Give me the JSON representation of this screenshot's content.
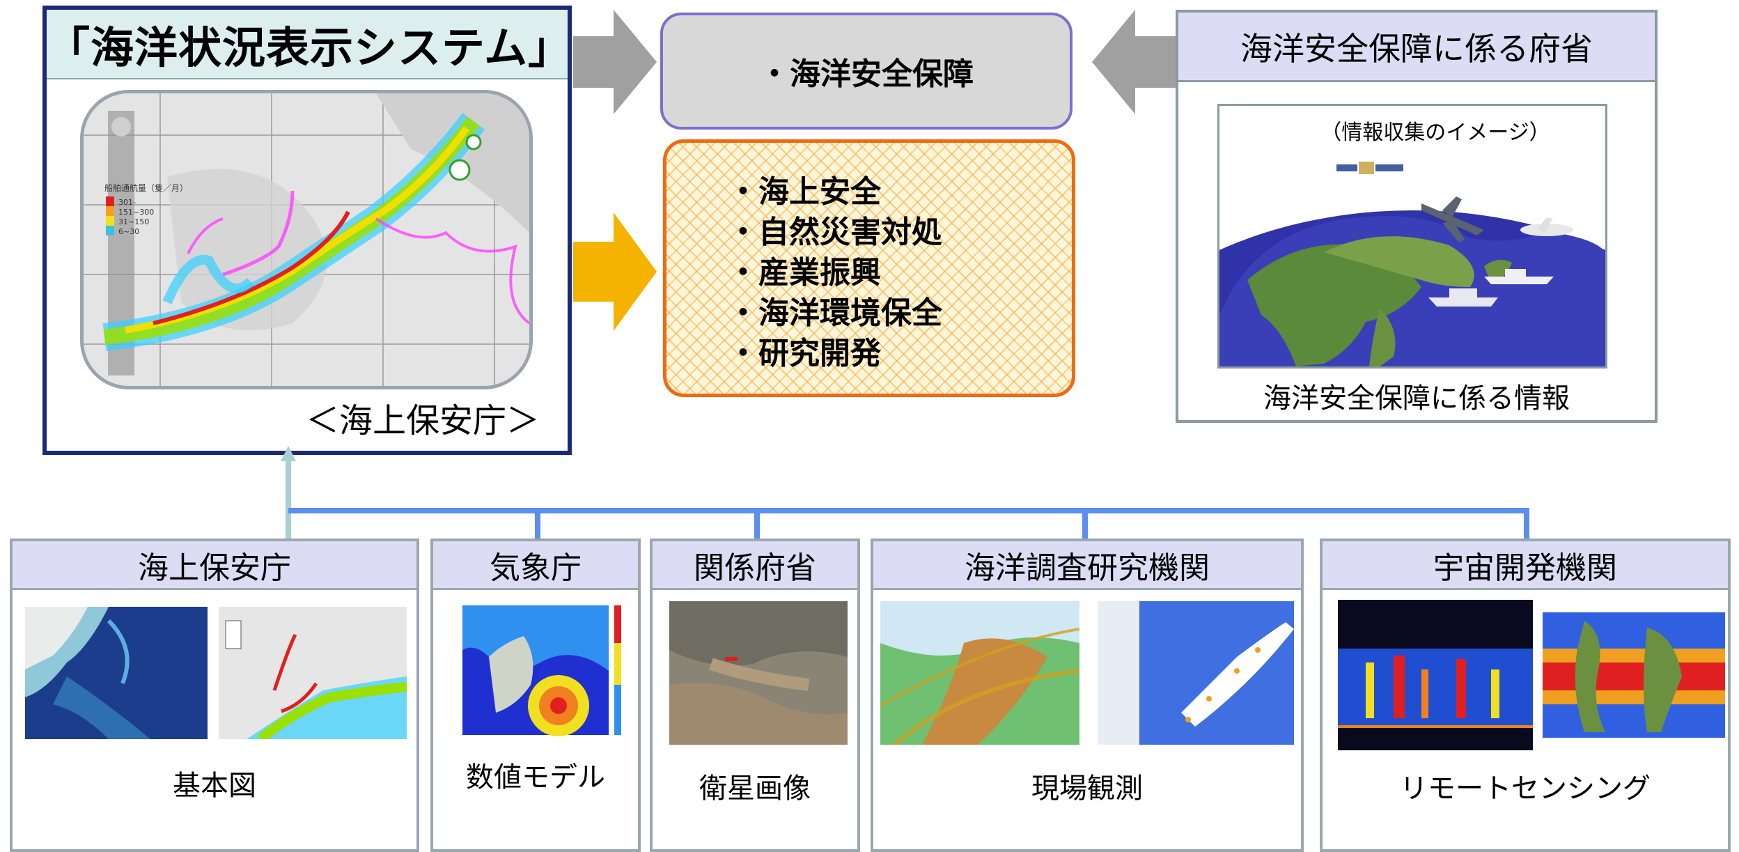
{
  "system": {
    "title": "「海洋状況表示システム」",
    "caption": "＜海上保安庁＞",
    "map_legend_title": "船舶通航量（隻／月）",
    "map_legend_items": [
      "301-",
      "151~300",
      "31~150",
      "6~30"
    ]
  },
  "center": {
    "security_label": "・海洋安全保障",
    "uses": [
      "・海上安全",
      "・自然災害対処",
      "・産業振興",
      "・海洋環境保全",
      "・研究開発"
    ]
  },
  "ministries": {
    "header": "海洋安全保障に係る府省",
    "image_note": "（情報収集のイメージ）",
    "caption": "海洋安全保障に係る情報"
  },
  "sources": [
    {
      "org": "海上保安庁",
      "caption": "基本図"
    },
    {
      "org": "気象庁",
      "caption": "数値モデル"
    },
    {
      "org": "関係府省",
      "caption": "衛星画像"
    },
    {
      "org": "海洋調査研究機関",
      "caption": "現場観測"
    },
    {
      "org": "宇宙開発機関",
      "caption": "リモートセンシング"
    }
  ],
  "colors": {
    "panel_border": "#1a2a78",
    "connector": "#5b8ef0",
    "gray_arrow": "#a0a0a0",
    "orange_arrow": "#f5b300",
    "uses_border": "#f06a10",
    "security_border": "#7f6fcc"
  }
}
